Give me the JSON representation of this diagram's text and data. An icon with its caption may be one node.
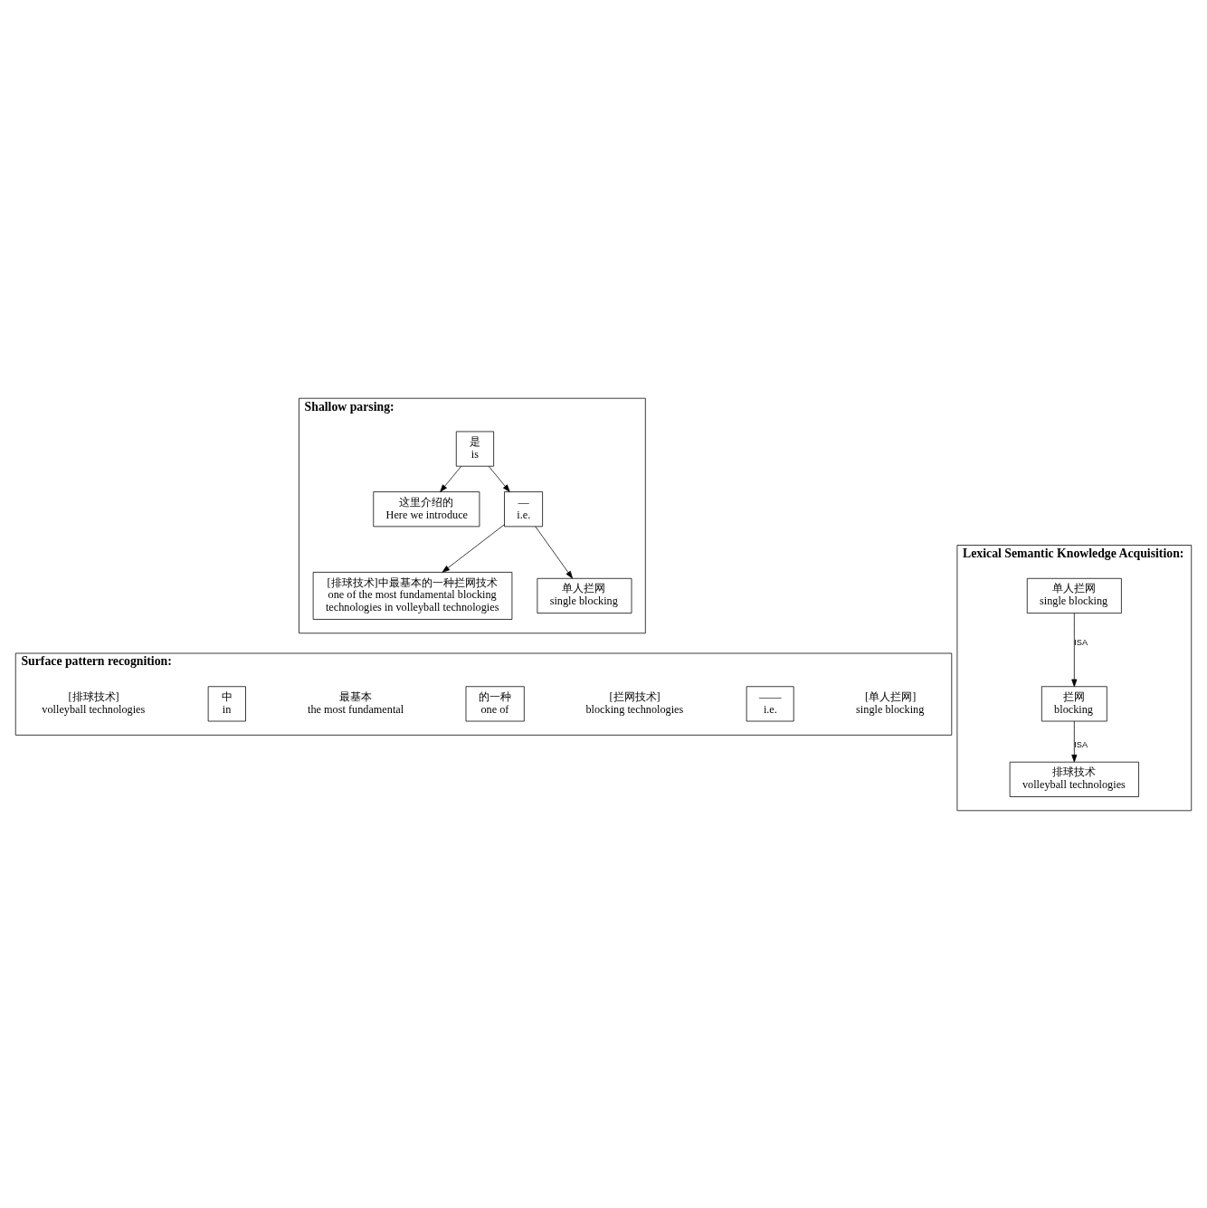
{
  "diagram": {
    "nodes": [
      {
        "text": [
          "Shallow parsing:"
        ]
      },
      {
        "text": [
          "是",
          "is"
        ],
        "in": 0
      },
      {
        "text": [
          "这里介绍的",
          "Here we introduce"
        ],
        "in": 0
      },
      {
        "text": [
          "—",
          "i.e."
        ],
        "in": 0
      },
      {
        "text": [
          "[排球技术]中最基本的一种拦网技术",
          "one of the most fundamental blocking technologies in volleyball technologies"
        ],
        "in": 0
      },
      {
        "text": [
          "单人拦网",
          "single blocking"
        ],
        "in": 0
      },
      {
        "text": [
          "Surface pattern recognition:"
        ]
      },
      {
        "text": [
          "中",
          "in"
        ],
        "in": 6
      },
      {
        "text": [
          "的一种",
          "one of"
        ],
        "in": 6
      },
      {
        "text": [
          "——",
          "i.e."
        ],
        "in": 6
      },
      {
        "text": [
          "Lexical Semantic Knowledge Acquisition:"
        ]
      },
      {
        "text": [
          "排球技术",
          "volleyball technologies"
        ],
        "in": 10
      },
      {
        "text": [
          "拦网",
          "blocking"
        ],
        "in": 10
      },
      {
        "text": [
          "单人拦网",
          "single blocking"
        ],
        "in": 10
      }
    ],
    "edges": [
      {
        "from": 1,
        "to": 2,
        "arrow": "to"
      },
      {
        "from": 1,
        "to": 3,
        "arrow": "to"
      },
      {
        "from": 3,
        "to": 4,
        "arrow": "to"
      },
      {
        "from": 3,
        "to": 5,
        "arrow": "to"
      },
      {
        "from": 12,
        "to": 11,
        "arrow": "to",
        "label": "ISA"
      },
      {
        "from": 13,
        "to": 12,
        "arrow": "to",
        "label": "ISA"
      }
    ],
    "labels": [
      "[排球技术]",
      "volleyball technologies",
      "最基本",
      "the most fundamental",
      "[拦网技术]",
      "blocking technologies",
      "[单人拦网]",
      "single blocking"
    ]
  }
}
